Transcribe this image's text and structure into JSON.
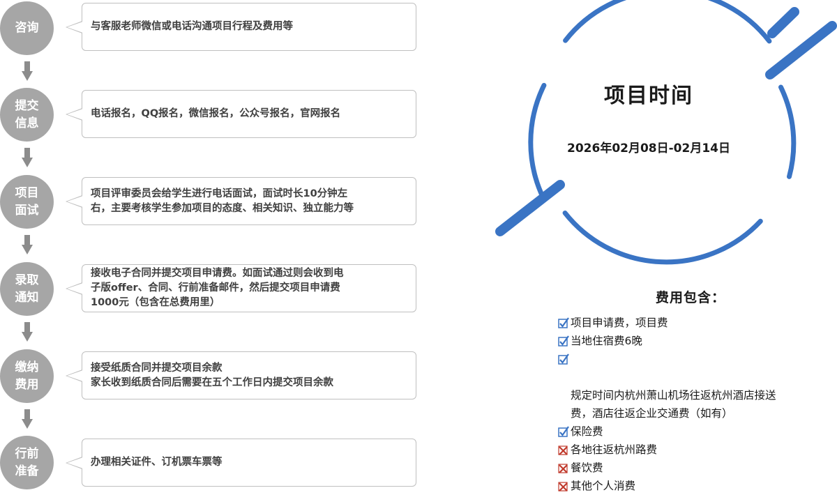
{
  "steps": [
    {
      "label": "咨询",
      "desc": "与客服老师微信或电话沟通项目行程及费用等"
    },
    {
      "label": "提交\n信息",
      "desc": "电话报名，QQ报名，微信报名，公众号报名，官网报名"
    },
    {
      "label": "项目\n面试",
      "desc": "项目评审委员会给学生进行电话面试，面试时长10分钟左\n右，主要考核学生参加项目的态度、相关知识、独立能力等"
    },
    {
      "label": "录取\n通知",
      "desc": "接收电子合同并提交项目申请费。如面试通过则会收到电\n子版offer、合同、行前准备邮件，然后提交项目申请费\n1000元（包含在总费用里）"
    },
    {
      "label": "缴纳\n费用",
      "desc": "接受纸质合同并提交项目余款\n家长收到纸质合同后需要在五个工作日内提交项目余款"
    },
    {
      "label": "行前\n准备",
      "desc": "办理相关证件、订机票车票等"
    }
  ],
  "project_time": {
    "title": "项目时间",
    "date": "2026年02月08日-02月14日"
  },
  "fees": {
    "title": "费用包含：",
    "items": [
      {
        "text": "项目申请费，项目费",
        "included": true
      },
      {
        "text": "当地住宿费6晚",
        "included": true
      },
      {
        "text": "规定时间内杭州萧山机场往返杭州酒店接送\n费，酒店往返企业交通费（如有）",
        "included": true
      },
      {
        "text": "保险费",
        "included": true
      },
      {
        "text": "各地往返杭州路费",
        "included": false
      },
      {
        "text": "餐饮费",
        "included": false
      },
      {
        "text": "其他个人消费",
        "included": false
      }
    ]
  },
  "colors": {
    "accent": "#3a74c4",
    "step": "#a6a6a6",
    "check": "#3a74c4",
    "cross": "#c0392b"
  }
}
